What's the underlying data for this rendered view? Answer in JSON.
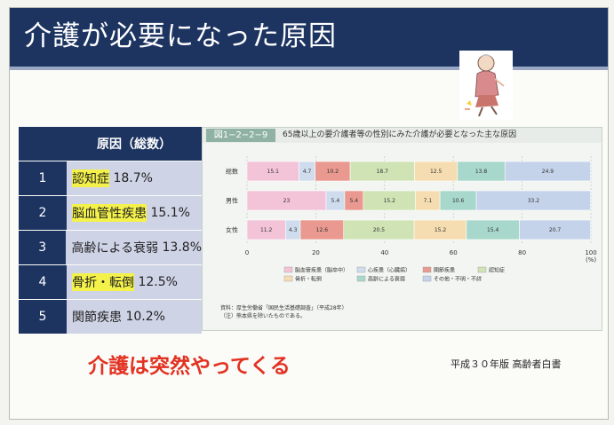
{
  "title": "介護が必要になった原因",
  "table": {
    "header": "原因（総数）",
    "rows": [
      {
        "num": "1",
        "cause": "認知症",
        "value": "18.7%",
        "highlight": true
      },
      {
        "num": "2",
        "cause": "脳血管性疾患",
        "value": "15.1%",
        "highlight": true
      },
      {
        "num": "3",
        "cause": "高齢による衰弱",
        "value": "13.8%",
        "highlight": false
      },
      {
        "num": "4",
        "cause": "骨折・転倒",
        "value": "12.5%",
        "highlight": true
      },
      {
        "num": "5",
        "cause": "関節疾患",
        "value": "10.2%",
        "highlight": false
      }
    ]
  },
  "chart_data": {
    "type": "bar",
    "figure_number": "図1−2−2−9",
    "title": "65歳以上の要介護者等の性別にみた介護が必要となった主な原因",
    "categories": [
      "総数",
      "男性",
      "女性"
    ],
    "series": [
      {
        "name": "脳血管疾患（脳卒中）",
        "color": "#f3c3d8",
        "values": [
          15.1,
          23.0,
          11.2
        ]
      },
      {
        "name": "心疾患（心臓病）",
        "color": "#cfdcee",
        "values": [
          4.7,
          5.4,
          4.3
        ]
      },
      {
        "name": "関節疾患",
        "color": "#e9998f",
        "values": [
          10.2,
          5.4,
          12.6
        ]
      },
      {
        "name": "認知症",
        "color": "#cfe3b4",
        "values": [
          18.7,
          15.2,
          20.5
        ]
      },
      {
        "name": "骨折・転倒",
        "color": "#f6ddb1",
        "values": [
          12.5,
          7.1,
          15.2
        ]
      },
      {
        "name": "高齢による衰弱",
        "color": "#a8d8cb",
        "values": [
          13.8,
          10.6,
          15.4
        ]
      },
      {
        "name": "その他・不明・不詳",
        "color": "#c4d2ea",
        "values": [
          24.9,
          33.2,
          20.7
        ]
      }
    ],
    "x_ticks": [
      "0",
      "20",
      "40",
      "60",
      "80",
      "100"
    ],
    "x_unit": "(%)",
    "xlim": [
      0,
      100
    ],
    "stacked": true,
    "orientation": "horizontal",
    "legend": "bottom"
  },
  "notes": {
    "source": "資料：厚生労働省「国民生活基礎調査」（平成28年）",
    "note": "（注）熊本県を除いたものである。"
  },
  "slogan": "介護は突然やってくる",
  "source_right": "平成３０年版 高齢者白書"
}
